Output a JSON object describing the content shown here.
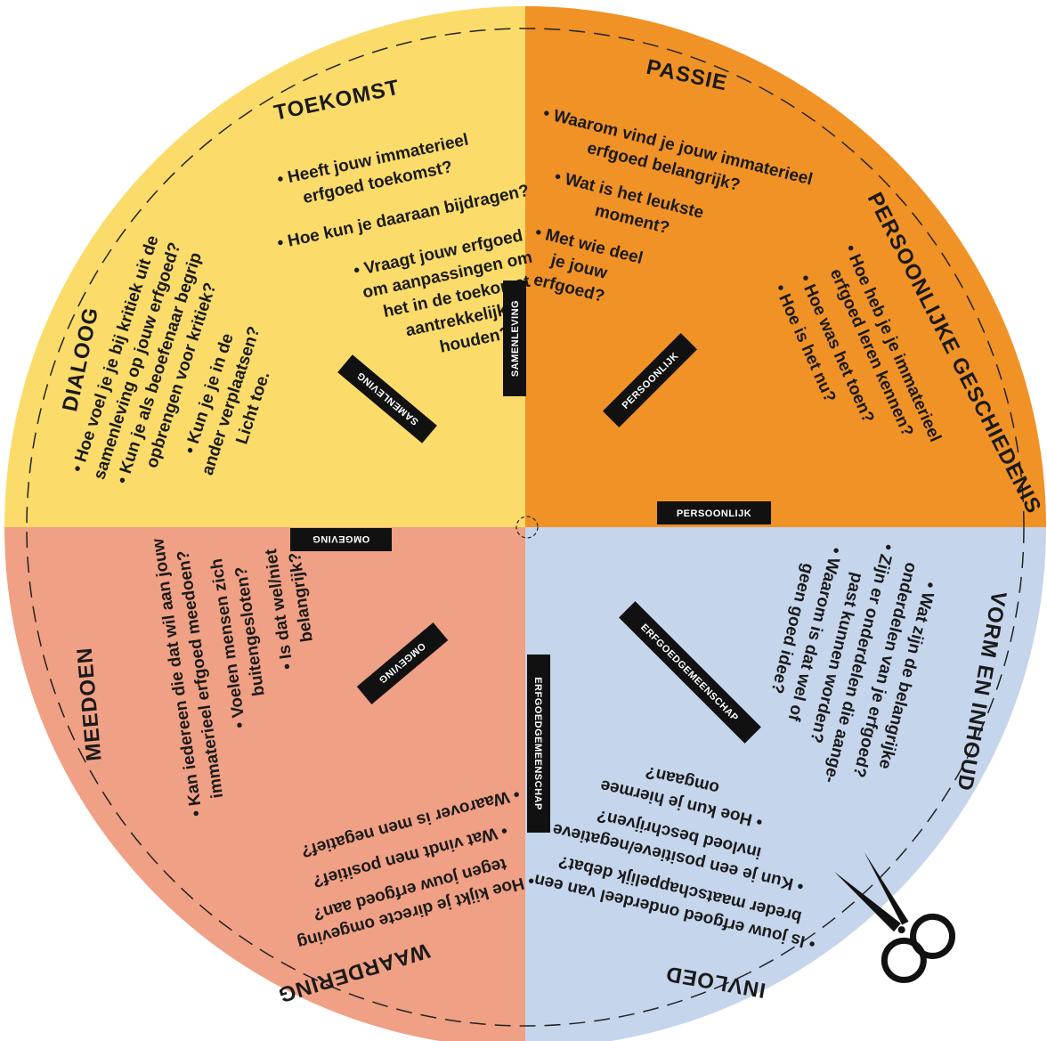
{
  "colors": {
    "yellow": "#fbdc6a",
    "orange": "#f19226",
    "salmon": "#f0a084",
    "blue": "#c5d5ec",
    "tag": "#111111"
  },
  "quadrants": {
    "top_left": {
      "heading_toekomst": "TOEKOMST",
      "toekomst_q1a": "• Heeft jouw immaterieel",
      "toekomst_q1b": "erfgoed toekomst?",
      "toekomst_q2": "• Hoe kun je daaraan bijdragen?",
      "toekomst_q3a": "• Vraagt jouw erfgoed",
      "toekomst_q3b": "om aanpassingen om",
      "toekomst_q3c": "het in de toekomst",
      "toekomst_q3d": "aantrekkelijk te",
      "toekomst_q3e": "houden?",
      "heading_dialoog": "DIALOOG",
      "dialoog_q1a": "• Hoe voel je je bij kritiek uit de",
      "dialoog_q1b": "samenleving op jouw erfgoed?",
      "dialoog_q2a": "• Kun je als beoefenaar begrip",
      "dialoog_q2b": "opbrengen voor kritiek?",
      "dialoog_q3a": "• Kun je je in de",
      "dialoog_q3b": "ander verplaatsen?",
      "dialoog_q3c": "Licht toe."
    },
    "top_right": {
      "heading_passie": "PASSIE",
      "passie_q1a": "• Waarom vind je jouw immaterieel",
      "passie_q1b": "erfgoed belangrijk?",
      "passie_q2a": "• Wat is het leukste",
      "passie_q2b": "moment?",
      "passie_q3a": "• Met wie deel",
      "passie_q3b": "je jouw",
      "passie_q3c": "erfgoed?",
      "heading_geschiedenis": "PERSOONLIJKE GESCHIEDENIS",
      "gesch_q1a": "• Hoe heb je je immaterieel",
      "gesch_q1b": "erfgoed leren kennen?",
      "gesch_q2": "• Hoe was het toen?",
      "gesch_q3": "• Hoe is het nu?"
    },
    "bottom_right": {
      "heading_vorm": "VORM EN INHOUD",
      "vorm_q1a": "• Wat zijn de belangrijke",
      "vorm_q1b": "onderdelen van je erfgoed?",
      "vorm_q2a": "• Zijn er onderdelen die aange-",
      "vorm_q2b": "past kunnen worden?",
      "vorm_q3a": "• Waarom is dat wel of",
      "vorm_q3b": "geen goed idee?",
      "heading_invloed": "INVLOED",
      "invloed_q1a": "• Is jouw erfgoed onderdeel van een",
      "invloed_q1b": "breder maatschappelijk debat?",
      "invloed_q2a": "• Kun je een positieve/negatieve",
      "invloed_q2b": "invloed beschrijven?",
      "invloed_q3a": "• Hoe kun je hiermee",
      "invloed_q3b": "omgaan?"
    },
    "bottom_left": {
      "heading_meedoen": "MEEDOEN",
      "meedoen_q1a": "• Kan iedereen die dat wil aan jouw",
      "meedoen_q1b": "immaterieel erfgoed meedoen?",
      "meedoen_q2a": "• Voelen mensen zich",
      "meedoen_q2b": "buitengesloten?",
      "meedoen_q3a": "• Is dat wel/niet",
      "meedoen_q3b": "belangrijk?",
      "heading_waardering": "WAARDERING",
      "waard_q1a": "• Hoe kijkt je directe omgeving",
      "waard_q1b": "tegen jouw erfgoed aan?",
      "waard_q2": "• Wat vindt men positief?",
      "waard_q3": "• Waarover is men negatief?"
    }
  },
  "tags": {
    "samenleving_vertical": "SAMENLEVING",
    "samenleving_diagonal": "SAMENLEVING",
    "persoonlijk_diagonal": "PERSOONLIJK",
    "persoonlijk_horizontal": "PERSOONLIJK",
    "omgeving_horizontal": "OMGEVING",
    "omgeving_diagonal": "OMGEVING",
    "erfgoed_vertical": "ERFGOEDGEMEENSCHAP",
    "erfgoed_diagonal": "ERFGOEDGEMEENSCHAP"
  },
  "icons": {
    "scissors": "scissors-icon"
  }
}
